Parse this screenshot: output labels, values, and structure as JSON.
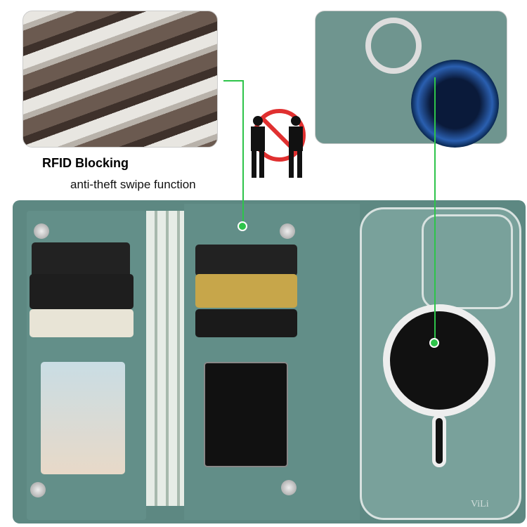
{
  "feature": {
    "title": "RFID Blocking",
    "subtitle": "anti-theft swipe function"
  },
  "brand_logo": "ViLi",
  "colors": {
    "wallet_leather": "#5d8882",
    "callout_line": "#2ec44a",
    "prohibition_sign": "#e03030"
  }
}
